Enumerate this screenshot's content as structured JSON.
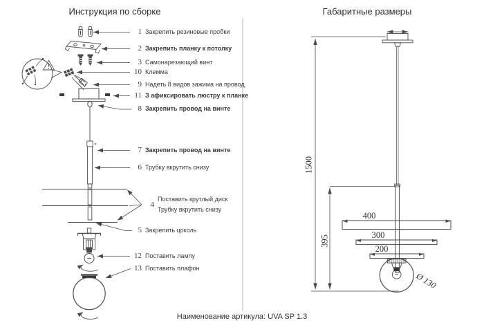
{
  "left_panel": {
    "title": "Инструкция по сборке",
    "items": [
      {
        "num": "1",
        "label": "Закрепить резиновые пробки"
      },
      {
        "num": "2",
        "label": "Закрепить планку к потолку"
      },
      {
        "num": "3",
        "label": "Самонарезающий винт"
      },
      {
        "num": "10",
        "label": "Клемма"
      },
      {
        "num": "9",
        "label": "Надеть 8 видов зажима на провод"
      },
      {
        "num": "11",
        "label": "З афиксировать люстру к планке"
      },
      {
        "num": "8",
        "label": "Закрепить провод на винте"
      },
      {
        "num": "7",
        "label": "Закрепить провод на винте"
      },
      {
        "num": "6",
        "label": "Трубку вкрутить снизу"
      },
      {
        "num": "4",
        "label": "Поставить крутлый диск",
        "label2": "Трубку вкрутить снизу"
      },
      {
        "num": "5",
        "label": "Закрепить цоколь"
      },
      {
        "num": "12",
        "label": "Поставить лампу"
      },
      {
        "num": "13",
        "label": "Поставить плафон"
      }
    ]
  },
  "right_panel": {
    "title": "Габаритные размеры",
    "dimensions": {
      "total_height": "1500",
      "lower_height": "395",
      "disc_large": "400",
      "disc_medium": "300",
      "disc_small": "200",
      "globe_diameter": "Ø 130"
    }
  },
  "footer": {
    "caption": "Наименование артикула: UVA SP 1.3"
  },
  "colors": {
    "line": "#4a4a4a",
    "divider": "#a3a3a3",
    "text": "#3a3a3a"
  }
}
